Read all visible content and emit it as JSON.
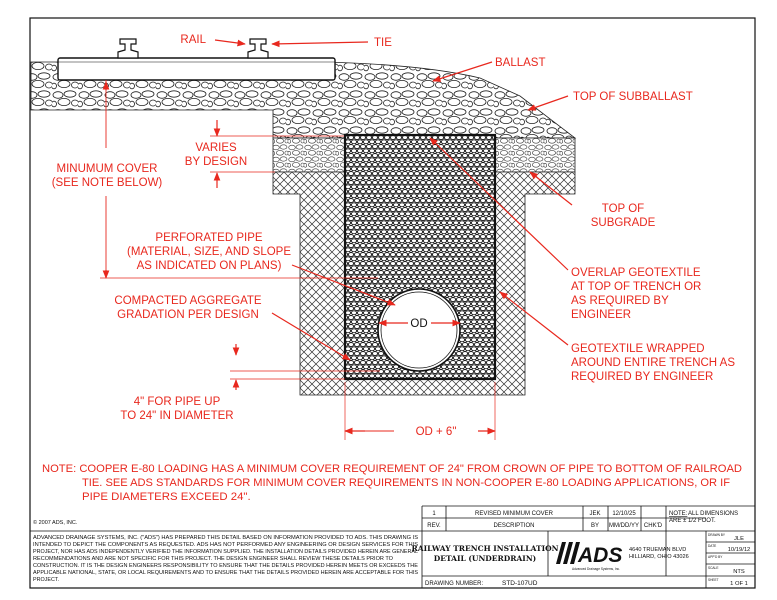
{
  "labels": {
    "rail": "RAIL",
    "tie": "TIE",
    "ballast": "BALLAST",
    "top_of_subballast": "TOP OF SUBBALLAST",
    "varies_1": "VARIES",
    "varies_2": "BY DESIGN",
    "min_cover_1": "MINUMUM COVER",
    "min_cover_2": "(SEE NOTE BELOW)",
    "top_of_subgrade_1": "TOP OF",
    "top_of_subgrade_2": "SUBGRADE",
    "perforated_pipe_1": "PERFORATED PIPE",
    "perforated_pipe_2": "(MATERIAL, SIZE, AND SLOPE",
    "perforated_pipe_3": "AS INDICATED ON PLANS)",
    "overlap_1": "OVERLAP GEOTEXTILE",
    "overlap_2": "AT TOP OF TRENCH OR",
    "overlap_3": "AS REQUIRED BY",
    "overlap_4": "ENGINEER",
    "compacted_1": "COMPACTED AGGREGATE",
    "compacted_2": "GRADATION PER DESIGN",
    "od": "OD",
    "geo_wrapped_1": "GEOTEXTILE WRAPPED",
    "geo_wrapped_2": "AROUND ENTIRE TRENCH AS",
    "geo_wrapped_3": "REQUIRED BY ENGINEER",
    "four_inch_1": "4\" FOR PIPE UP",
    "four_inch_2": "TO 24\" IN DIAMETER",
    "od_plus": "OD + 6\""
  },
  "note": {
    "line1": "NOTE:  COOPER E-80 LOADING HAS A MINIMUM COVER REQUIREMENT OF 24\" FROM CROWN OF PIPE TO BOTTOM OF RAILROAD",
    "line2": "TIE.  SEE ADS STANDARDS FOR MINIMUM COVER REQUIREMENTS IN NON-COOPER E-80 LOADING APPLICATIONS, OR IF",
    "line3": "PIPE DIAMETERS EXCEED 24\"."
  },
  "title_block": {
    "copyright": "© 2007 ADS, INC.",
    "disclaimer": [
      "ADVANCED DRAINAGE SYSTEMS, INC. (\"ADS\") HAS PREPARED THIS DETAIL BASED ON INFORMATION PROVIDED TO ADS.  THIS DRAWING IS",
      "INTENDED TO DEPICT THE COMPONENTS AS REQUESTED.  ADS HAS NOT PERFORMED ANY ENGINEERING OR DESIGN SERVICES FOR THIS",
      "PROJECT, NOR HAS ADS INDEPENDENTLY VERIFIED THE INFORMATION SUPPLIED.  THE INSTALLATION DETAILS PROVIDED HEREIN ARE GENERAL",
      "RECOMMENDATIONS AND ARE NOT SPECIFIC FOR THIS PROJECT.  THE DESIGN ENGINEER SHALL REVIEW THESE DETAILS PRIOR TO",
      "CONSTRUCTION.  IT IS THE DESIGN ENGINEERS RESPONSIBILITY TO ENSURE THAT THE DETAILS PROVIDED HEREIN MEETS OR EXCEEDS THE",
      "APPLICABLE NATIONAL, STATE, OR LOCAL REQUIREMENTS AND TO ENSURE THAT THE DETAILS PROVIDED HEREIN ARE ACCEPTABLE FOR THIS",
      "PROJECT."
    ],
    "rev_num": "1",
    "rev_desc": "REVISED MINIMUM COVER",
    "rev_by": "JEK",
    "rev_date": "12/10/25",
    "hdr_rev": "REV.",
    "hdr_desc": "DESCRIPTION",
    "hdr_by": "BY",
    "hdr_date": "MM/DD/YY",
    "hdr_chkd": "CHK'D",
    "note_head": "NOTE:",
    "note_text_1": "ALL DIMENSIONS",
    "note_text_2": "ARE ± 1/2 FOOT.",
    "title_1": "RAILWAY TRENCH INSTALLATION",
    "title_2": "DETAIL (UNDERDRAIN)",
    "logo_text": "ADS",
    "logo_sub": "Advanced Drainage Systems, Inc.",
    "address_1": "4640 TRUEMAN BLVD",
    "address_2": "HILLIARD, OHIO 43026",
    "drawing_number_label": "DRAWING NUMBER:",
    "drawing_number": "STD-107UD",
    "drawn_by_label": "DRAWN BY",
    "drawn_by": "JLE",
    "date_label": "DATE",
    "date": "10/19/12",
    "app_label": "APP'D BY",
    "app": "",
    "scale_label": "SCALE",
    "scale": "NTS",
    "sheet_label": "SHEET",
    "sheet": "1 OF 1"
  },
  "colors": {
    "annotation": "#e8281e",
    "linework": "#111111"
  }
}
